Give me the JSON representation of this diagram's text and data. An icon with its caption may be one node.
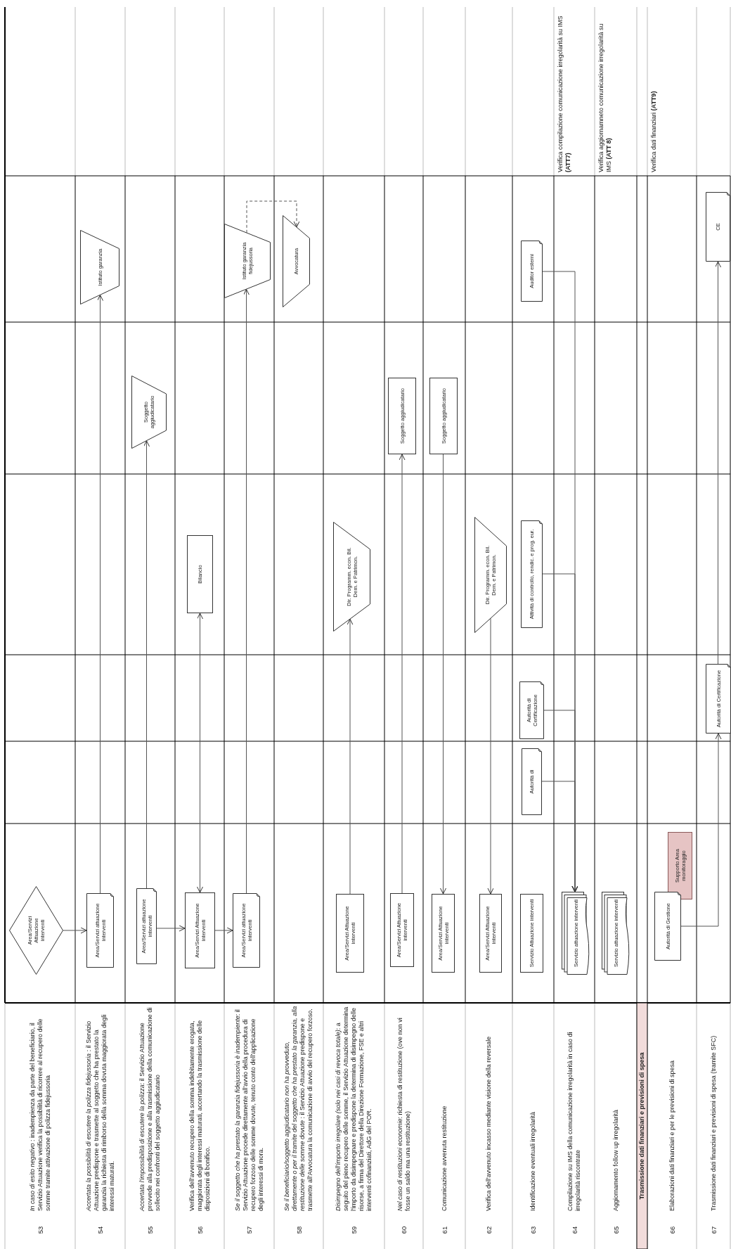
{
  "diagram": {
    "nodes": [
      {
        "text": [
          "Area/Servizi Attuazione interventi"
        ]
      },
      {
        "text": [
          "Istituto garanzia"
        ]
      },
      {
        "text": [
          "Area/Servizi attuazione interventi"
        ]
      },
      {
        "text": [
          "Soggetto aggiudicatario"
        ]
      },
      {
        "text": [
          "Area/Servizi attuazione interventi"
        ]
      },
      {
        "text": [
          "Bilancio"
        ]
      },
      {
        "text": [
          "Area/Servizi Attuazione interventi"
        ]
      },
      {
        "text": [
          "Istituto garanzia fidejussoria"
        ]
      },
      {
        "text": [
          "Avvocatura"
        ]
      },
      {
        "text": [
          "Area/Servizi attuazione interventi"
        ]
      },
      {
        "text": [
          "Dir. Programm. econ. Bil. Dem. e Patrimon."
        ]
      },
      {
        "text": [
          "Area/Servizi Attuazione interventi"
        ]
      },
      {
        "text": [
          "Soggetto aggiudicatario"
        ]
      },
      {
        "text": [
          "Area/Servizi Attuazione interventi"
        ]
      },
      {
        "text": [
          "Soggetto aggiudicatario"
        ]
      },
      {
        "text": [
          "Area/Servizi Attuazione interventi"
        ]
      },
      {
        "text": [
          "Dir. Programm. econ. Bil. Dem. e Patrimon."
        ]
      },
      {
        "text": [
          "Area/Servizi Attuazione interventi"
        ]
      },
      {
        "text": [
          "Auditor esterni"
        ]
      },
      {
        "text": [
          "Attività di controllo, rendic. e prog. eur."
        ]
      },
      {
        "text": [
          "Autorità di Certificazione"
        ]
      },
      {
        "text": [
          "Autorità di"
        ]
      },
      {
        "text": [
          "Servizio Attuazione interventi"
        ]
      },
      {
        "text": [
          "Servizio attuazione interventi"
        ]
      },
      {
        "text": [
          "Servizio attuazione interventi"
        ]
      },
      {
        "text": [
          "Trasmissione dati finanziari e previsioni di spesa"
        ]
      },
      {
        "text": [
          "Autorità di Gestione"
        ]
      },
      {
        "text": [
          "Supporto Area monitoraggio"
        ]
      },
      {
        "text": [
          "Autorità di Certificazione"
        ]
      },
      {
        "text": [
          "CE"
        ]
      }
    ],
    "edges": [
      {
        "from": 0,
        "to": 2,
        "arrow": "to"
      },
      {
        "from": 2,
        "to": 1,
        "arrow": "to"
      },
      {
        "from": 4,
        "to": 3,
        "arrow": "to"
      },
      {
        "from": 4,
        "to": 6,
        "arrow": "to"
      },
      {
        "from": 6,
        "to": 5,
        "arrow": "both"
      },
      {
        "from": 6,
        "to": 9,
        "arrow": "to"
      },
      {
        "from": 9,
        "to": 7,
        "arrow": "to"
      },
      {
        "from": 7,
        "to": 8,
        "arrow": "to",
        "style": "dashed"
      },
      {
        "from": 11,
        "to": 10,
        "arrow": "to"
      },
      {
        "from": 13,
        "to": 12,
        "arrow": "to"
      },
      {
        "from": 14,
        "to": 15,
        "arrow": "to"
      },
      {
        "from": 16,
        "to": 17,
        "arrow": "to"
      },
      {
        "from": 18,
        "to": 23,
        "arrow": "to"
      },
      {
        "from": 19,
        "to": 23,
        "arrow": "to"
      },
      {
        "from": 20,
        "to": 23,
        "arrow": "to"
      },
      {
        "from": 21,
        "to": 23,
        "arrow": "to"
      },
      {
        "from": 26,
        "to": 28,
        "arrow": "to"
      },
      {
        "from": 28,
        "to": 29,
        "arrow": "to"
      }
    ],
    "labels": [
      "53",
      "*In caso di esito negativo* : inadempienza da parte del beneficiario, il Servizio Attuazione verifica la possibilità di ricorrere al recupero delle somme tramite attivazione di polizza fidejussoria",
      "54",
      "*Accertata la possibilità di escutere la polizza fidejussoria* : il Servizio Attuazione predispone e trasmette al soggetto che ha prestato la garanzia la richiesta di rimborso della somma dovuta maggiorata degli interessi maturati.",
      "55",
      "*Accertata l'impossibilità di escutere la polizza*: il Servizio Attuazione provvede alla predisposizione e alla trasmissione della comunicazione di sollecito nei confronti del soggetto aggiudicatario",
      "56",
      "Verifica dell'avvenuto recupero della somma indebitamente erogata, maggiorata degli interessi maturati, accertando la trasmissione delle disposizioni di bonifico.",
      "57",
      "*Se il soggetto che ha prestato la garanzia fidejussoria è inadempiente*: il Servizio Attuazione procede direttamente all'avvio della procedura di recupero forzoso delle somme dovute, tenuto conto dell'applicazione degli interessi di mora.",
      "58",
      "*Se il beneficiario/soggetto aggiudicatario non ha provveduto, direttamente o per il tramite del soggetto che ha prestato la garanzia, alla restituzione delle somme dovute* : il Servizio Attuazione predispone e trasmette all'Avvocatura la comunicazione di avvio del recupero forzoso.",
      "59",
      "*Disimpegno dell'importo irregolare (solo nei casi di revoca totale)*: a seguito del pieno recupero delle somme, il Servizio Attuazione determina l'importo da disimpegnare e predispone la determina di disimpegno delle risorse, a firma del Direttore della Direzione Formazione, FSE e altri interventi cofinanziati, AdG del POR.",
      "60",
      "*Nel caso di restituzioni economie*: richiesta di restituzione (ove non vi fosse un saldo ma una restituzione)",
      "61",
      "Comunicazione avvenuta restituzione",
      "62",
      "Verifica dell'avvenuto incasso mediante visione della reversale",
      "63",
      "Identificazione eventuali irregolarità",
      "64",
      "Compilazione su IMS della comunicazione irregolarità in caso di irregolarità riscontrate",
      "Verifica compilazione comunicazione irregolarità su IMS **(ATT7)**",
      "65",
      "Aggiornamento follow up irregolarità",
      "Verifica aggiornamneto comunicazione irregolarità su IMS **(ATT 8)**",
      "66",
      "Elaborazioni dati finanziari e per le previsioni di spesa",
      "Verifica dati finanziari **(ATT9)**",
      "67",
      "Trasmissione dati finanziari e previsioni di spesa (tramite SFC)"
    ]
  }
}
